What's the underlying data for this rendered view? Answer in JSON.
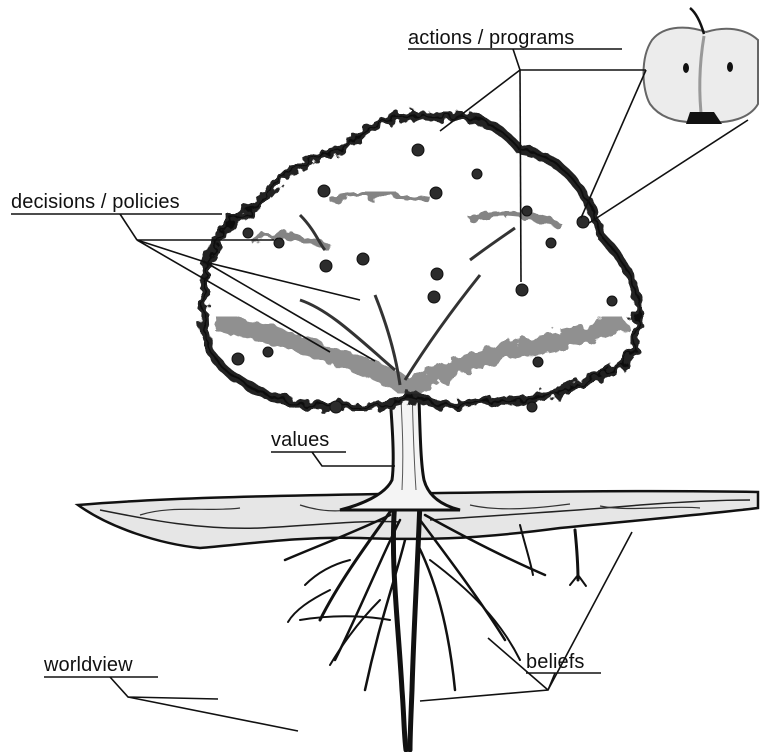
{
  "labels": {
    "actions": "actions / programs",
    "decisions": "decisions / policies",
    "values": "values",
    "worldview": "worldview",
    "beliefs": "beliefs"
  },
  "colors": {
    "ink": "#111111",
    "foliage": "#3a3a3a",
    "fruit": "#2c2c2c",
    "apple_skin": "#e9e9e9"
  }
}
